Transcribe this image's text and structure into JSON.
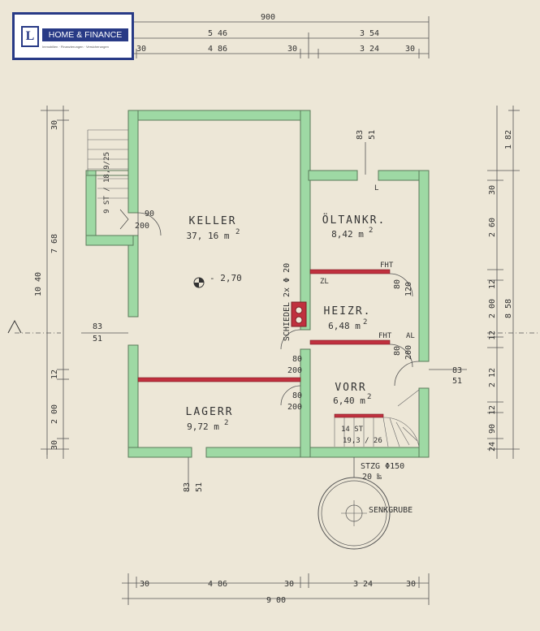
{
  "logo": {
    "mark": "L",
    "name": "HOME & FINANCE",
    "tagline": "Immobilien · Finanzierungen · Versicherungen"
  },
  "colors": {
    "wall": "#9ed9a4",
    "wall_outline": "#5a7a5a",
    "fire_wall": "#c0303e",
    "paper": "#ede7d7",
    "ink": "#333333",
    "logo_blue": "#283a86"
  },
  "dimensions": {
    "top_total": "900",
    "top_left": "5 46",
    "top_right": "3 54",
    "top_row": [
      "30",
      "4 86",
      "30",
      "3 24",
      "30"
    ],
    "bottom_row": [
      "30",
      "4 86",
      "30",
      "3 24",
      "30"
    ],
    "bottom_total": "9 00",
    "left_total": "10 40",
    "left_main": "7 68",
    "left_row": [
      "30",
      "12",
      "2 00",
      "30"
    ],
    "right_total": "8 58",
    "right_top": "1 82",
    "right_row": [
      "30",
      "2 60",
      "12",
      "2 00",
      "12",
      "2 12",
      "12",
      "90",
      "24"
    ],
    "window_left": [
      "83",
      "51"
    ],
    "window_top": [
      "83",
      "51"
    ],
    "window_right": [
      "83",
      "51"
    ],
    "window_bottom": [
      "83",
      "51"
    ]
  },
  "rooms": {
    "keller": {
      "name": "KELLER",
      "area": "37, 16 m",
      "sup": "2"
    },
    "oeltank": {
      "name": "ÖLTANKR.",
      "area": "8,42 m",
      "sup": "2"
    },
    "heiz": {
      "name": "HEIZR.",
      "area": "6,48 m",
      "sup": "2"
    },
    "vorr": {
      "name": "VORR",
      "area": "6,40 m",
      "sup": "2"
    },
    "lager": {
      "name": "LAGERR",
      "area": "9,72 m",
      "sup": "2"
    }
  },
  "annotations": {
    "level": "- 2,70",
    "chimney": "SCHIEDEL 2x Φ 20",
    "ext_stair": "9 ST / 18,9/25",
    "door_keller": [
      "90",
      "200"
    ],
    "door_heiz_left": [
      "80",
      "200"
    ],
    "door_lager": [
      "80",
      "200"
    ],
    "door_oel": [
      "80",
      "120"
    ],
    "door_heiz_right": [
      "80",
      "200"
    ],
    "fht1": "FHT",
    "fht2": "FHT",
    "zl": "ZL",
    "al": "AL",
    "l_mark": "L",
    "stair": "14 ST",
    "stair_ratio": "19,3 / 26",
    "stzg": "STZG Φ150",
    "slope": "20 ‰",
    "septic": "SENKGRUBE"
  }
}
